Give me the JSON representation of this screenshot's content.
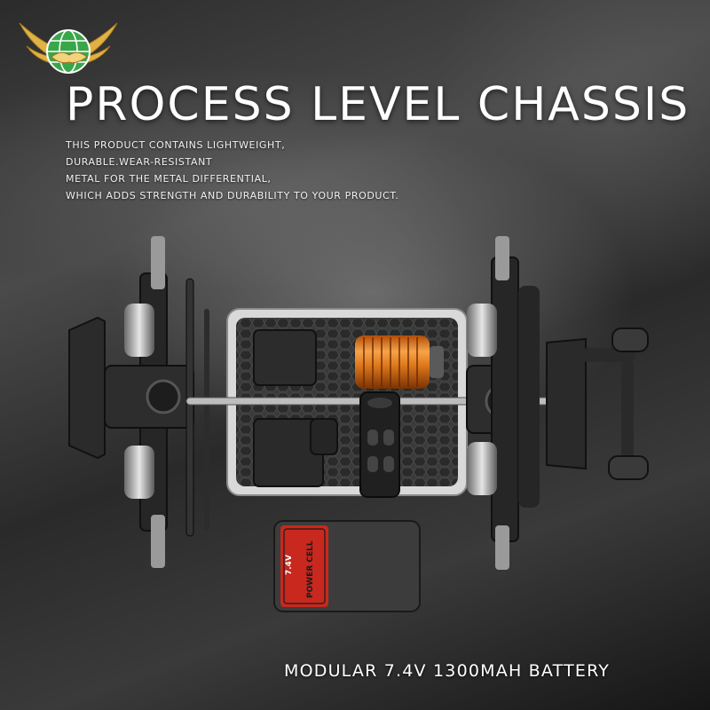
{
  "heading": {
    "title": "PROCESS LEVEL CHASSIS",
    "description": [
      "THIS PRODUCT CONTAINS LIGHTWEIGHT,",
      "DURABLE.WEAR-RESISTANT",
      "METAL FOR THE METAL DIFFERENTIAL,",
      "WHICH ADDS STRENGTH AND DURABILITY TO YOUR PRODUCT."
    ]
  },
  "battery": {
    "caption": "MODULAR 7.4V 1300MAH BATTERY",
    "label_voltage": "7.4V",
    "label_brand": "POWER CELL"
  },
  "logo": {
    "icon": "winged-globe-handshake-logo",
    "colors": {
      "wings": "#e0b246",
      "globe": "#3aa64a",
      "hands": "#f2d27a"
    }
  },
  "colors": {
    "background": "#2e2e2e",
    "text": "#ffffff",
    "motor": "#e07a1c",
    "chassis_frame": "#d9d9d9",
    "chassis_plate": "#3a3a3a",
    "battery_case": "#3c3c3c",
    "battery_label": "#c8281e"
  }
}
